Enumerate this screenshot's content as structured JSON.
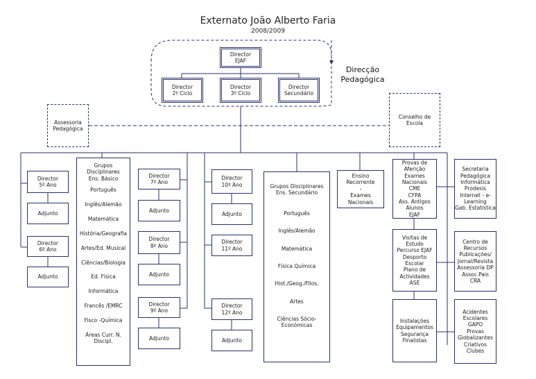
{
  "header": {
    "title": "Externato João Alberto Faria",
    "year": "2008/2009"
  },
  "direction": {
    "label": [
      "Direcção",
      "Pedagógica"
    ],
    "top": [
      "Director",
      "EJAF"
    ],
    "c2": [
      "Director",
      "2º Ciclo"
    ],
    "c3": [
      "Director",
      "3º Ciclo"
    ],
    "sec": [
      "Director",
      "Secundário"
    ]
  },
  "advisory": [
    "Assessoria",
    "Pedagógica"
  ],
  "council": [
    "Conselho de",
    "Escola"
  ],
  "col1": {
    "d5": [
      "Director",
      "5º Ano"
    ],
    "a5": "Adjunto",
    "d6": [
      "Director",
      "6º Ano"
    ],
    "a6": "Adjunto"
  },
  "basic_groups": {
    "title": [
      "Grupos Disciplinares",
      "Ens. Básico"
    ],
    "items": [
      "Português",
      "Inglês/Alemão",
      "Matemática",
      "História/Geografia",
      "Artes/Ed. Musical",
      "Ciências/Biologia",
      "Ed. Física",
      "Informática",
      "Francês /EMRC",
      "Fisco -Química",
      "Áreas Curr. N. Discipl."
    ]
  },
  "col3": {
    "d7": [
      "Director",
      "7º Ano"
    ],
    "a7": "Adjunto",
    "d8": [
      "Director",
      "8º Ano"
    ],
    "a8": "Adjunto",
    "d9": [
      "Director",
      "9º Ano"
    ],
    "a9": "Adjunto"
  },
  "col4": {
    "d10": [
      "Director",
      "10º Ano"
    ],
    "a10": "Adjunto",
    "d11": [
      "Director",
      "11º Ano"
    ],
    "d12": [
      "Director",
      "12º Ano"
    ],
    "a12": "Adjunto"
  },
  "sec_groups": {
    "title": [
      "Grupos Disciplinares",
      "Ens. Secundário"
    ],
    "items": [
      "Português",
      "Inglês/Alemão",
      "Matemática",
      "Física Química",
      "Hist./Geog./Filos.",
      "Artes",
      "Ciências Sócio-Económicas"
    ]
  },
  "recurrent": [
    "Ensino",
    "Recorrente",
    "-",
    "Exames Nacionais"
  ],
  "exams": [
    "Provas de Aferição",
    "Exames Nacionais",
    "CME",
    "CFPA",
    "Ass. Antigos Alunos",
    "EJAF"
  ],
  "visits": [
    "Visitas de Estudo",
    "Percurso EJAF",
    "Desporto Escolar",
    "Plano de",
    "Actividades",
    "ASE"
  ],
  "facilities": [
    "Instalações",
    "Equipamentos",
    "Segurança",
    "Finalistas"
  ],
  "secretariat": [
    "Secretaria",
    "Pedagógica",
    "Informática",
    "Prodesis",
    "Internet - e-",
    "Learning",
    "Gab. Estatística"
  ],
  "resources": [
    "Centro de",
    "Recursos",
    "Publicações/",
    "Jornal/Revista",
    "Assessoria DP",
    "Assoc.Pais",
    "CRA"
  ],
  "activities": [
    "Acidentes",
    "Escolares",
    "GAPO",
    "Provas",
    "Globalizantes",
    "Criativos",
    "Clubes"
  ],
  "colors": {
    "border": "#2a2f6a",
    "line": "#2a2f6a"
  }
}
